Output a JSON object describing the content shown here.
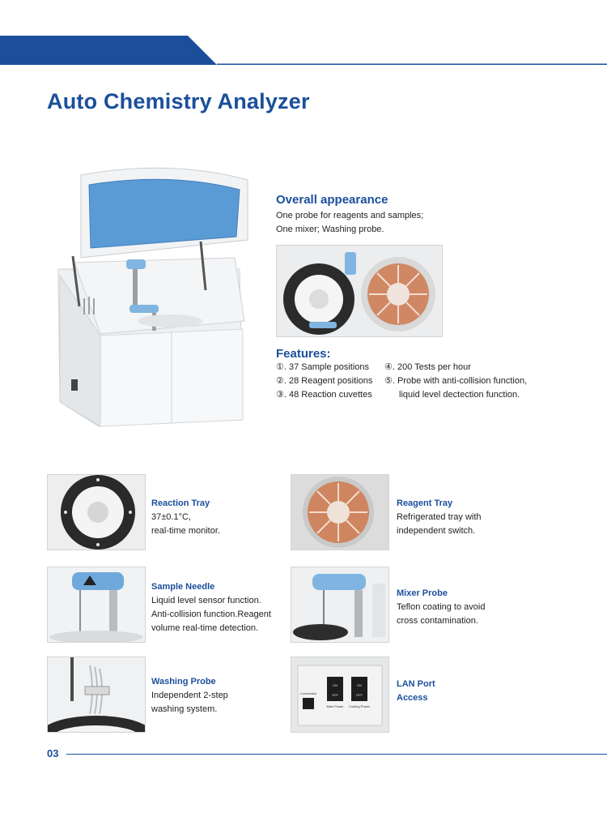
{
  "page": {
    "title": "Auto Chemistry Analyzer",
    "page_number": "03"
  },
  "colors": {
    "brand_blue": "#1b4f9c",
    "lid_blue": "#5b9bd5",
    "probe_blue": "#7fb5e0"
  },
  "overall": {
    "heading": "Overall appearance",
    "lines": [
      "One probe for reagents and samples;",
      "One mixer; Washing probe."
    ]
  },
  "features": {
    "heading": "Features:",
    "rows": [
      {
        "left": "①. 37 Sample positions",
        "right": "④. 200 Tests per hour"
      },
      {
        "left": "②. 28 Reagent positions",
        "right": "⑤. Probe with anti-collision function,"
      },
      {
        "left": "③. 48 Reaction cuvettes",
        "right": "liquid level dectection function."
      }
    ]
  },
  "cards": [
    {
      "id": "reaction-tray",
      "title": "Reaction Tray",
      "lines": [
        "37±0.1°C,",
        "real-time monitor."
      ]
    },
    {
      "id": "reagent-tray",
      "title": "Reagent Tray",
      "lines": [
        "Refrigerated tray with",
        "independent switch."
      ]
    },
    {
      "id": "sample-needle",
      "title": "Sample Needle",
      "lines": [
        "Liquid level sensor function.",
        "Anti-collision function.Reagent",
        "volume real-time detection."
      ]
    },
    {
      "id": "mixer-probe",
      "title": "Mixer Probe",
      "lines": [
        "Teflon coating to avoid",
        "cross contamination."
      ]
    },
    {
      "id": "washing-probe",
      "title": "Washing Probe",
      "lines": [
        "Independent 2-step",
        "washing system."
      ]
    },
    {
      "id": "lan-port",
      "title": "LAN Port",
      "lines": [
        "Access"
      ]
    }
  ],
  "panel_labels": {
    "on": "ON",
    "off": "OFF",
    "main_power": "Main Power",
    "cooling_power": "Cooling Power",
    "connection": "Connection"
  }
}
